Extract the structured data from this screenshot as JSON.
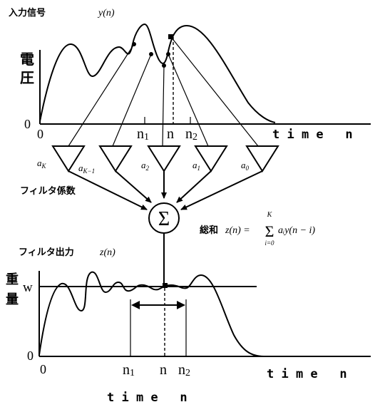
{
  "input": {
    "title": "入力信号",
    "signal": "y(n)",
    "axis_label": [
      "電",
      "圧"
    ],
    "origin_y": "0",
    "origin_x": "0",
    "ticks": [
      "n1",
      "n",
      "n2"
    ],
    "time_label": "t i m e   n"
  },
  "coefficients": {
    "labels": [
      "aK",
      "aK−1",
      "a2",
      "a1",
      "a0"
    ],
    "caption": "フィルタ係数"
  },
  "summation": {
    "symbol": "Σ",
    "caption": "総和",
    "formula_lhs": "z(n) =",
    "formula_sum_top": "K",
    "formula_sum_bottom": "i=0",
    "formula_body": "aᵢy(n − i)"
  },
  "output": {
    "title": "フィルタ出力",
    "signal": "z(n)",
    "axis_label": [
      "重",
      "量"
    ],
    "level": "w",
    "origin_y": "0",
    "origin_x": "0",
    "ticks": [
      "n1",
      "n",
      "n2"
    ],
    "time_label": "t i m e   n"
  },
  "bottom_label": "t i m e   n"
}
